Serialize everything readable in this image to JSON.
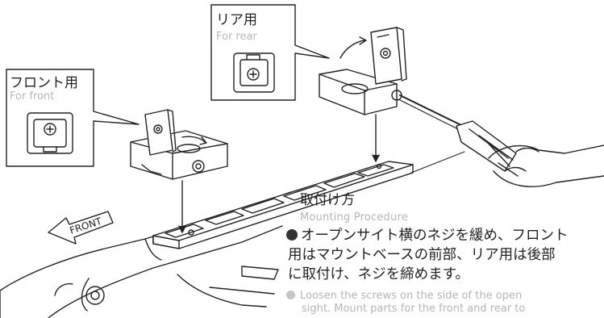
{
  "rear_callout": {
    "jp": "リア用",
    "en": "For rear"
  },
  "front_callout": {
    "jp": "フロント用",
    "en": "For front"
  },
  "direction_arrow": {
    "label": "FRONT"
  },
  "procedure": {
    "title": "取付け方",
    "subtitle": "Mounting Procedure",
    "jp_lines": [
      "オープンサイト横のネジを緩め、フロント",
      "用はマウントベースの前部、リア用は後部",
      "に取付け、ネジを締めます。"
    ],
    "en_lines": [
      "Loosen the screws on the side of the open",
      "sight.  Mount parts for the front and rear to"
    ]
  }
}
